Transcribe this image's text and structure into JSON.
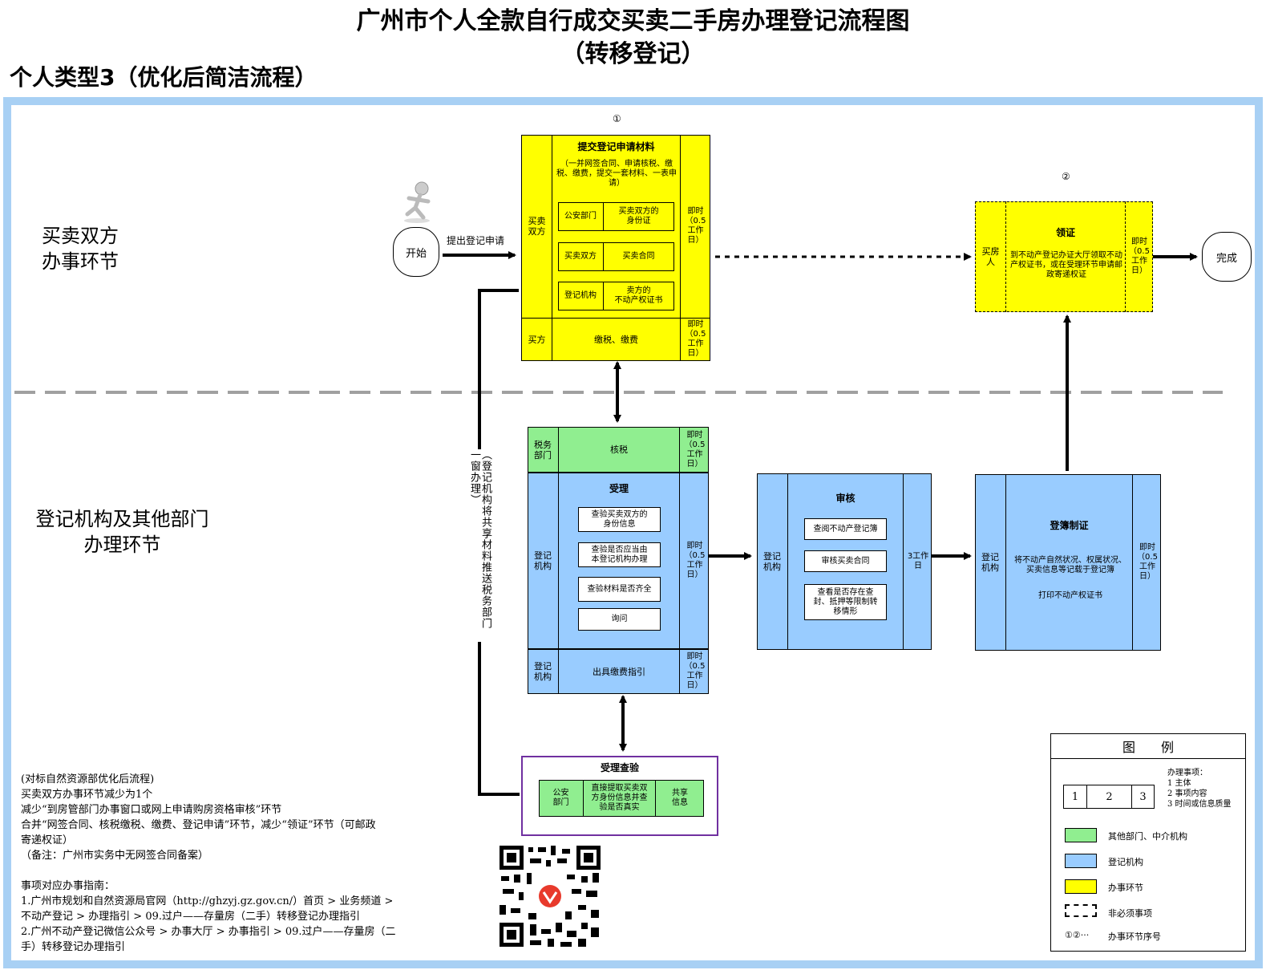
{
  "title": {
    "line1": "广州市个人全款自行成交买卖二手房办理登记流程图",
    "line2": "（转移登记）"
  },
  "subtitle": "个人类型3（优化后简洁流程）",
  "lanes": {
    "top": "买卖双方\n办事环节",
    "bottom": "登记机构及其他部门\n办理环节"
  },
  "start": "开始",
  "finish": "完成",
  "arrow_label_apply": "提出登记申请",
  "seq": {
    "s1": "①",
    "s2": "②"
  },
  "submit": {
    "actor": "买卖\n双方",
    "title": "提交登记申请材料",
    "desc": "（一并网签合同、申请核税、缴税、缴费，提交一套材料、一表申请）",
    "rows": [
      {
        "org": "公安部门",
        "item": "买卖双方的\n身份证"
      },
      {
        "org": "买卖双方",
        "item": "买卖合同"
      },
      {
        "org": "登记机构",
        "item": "卖方的\n不动产权证书"
      }
    ],
    "time": "即时\n（0.5\n工作\n日）",
    "pay_actor": "买方",
    "pay_item": "缴税、缴费",
    "pay_time": "即时\n（0.5\n工作\n日）"
  },
  "collect": {
    "actor": "买房\n人",
    "title": "领证",
    "desc": "到不动产登记办证大厅领取不动产权证书，或在受理环节申请邮政寄递权证",
    "time": "即时\n（0.5\n工作\n日）"
  },
  "side_text": "（登记机构将共享材料推送税务部门 一窗办理）",
  "tax": {
    "actor": "税务\n部门",
    "item": "核税",
    "time": "即时\n（0.5\n工作\n日）"
  },
  "accept": {
    "actor": "登记\n机构",
    "title": "受理",
    "items": [
      "查验买卖双方的\n身份信息",
      "查验是否应当由\n本登记机构办理",
      "查验材料是否齐全",
      "询问"
    ],
    "time": "即时\n（0.5\n工作\n日）"
  },
  "guide": {
    "actor": "登记\n机构",
    "item": "出具缴费指引",
    "time": "即时\n（0.5\n工作\n日）"
  },
  "review": {
    "actor": "登记\n机构",
    "title": "审核",
    "items": [
      "查阅不动产登记簿",
      "审核买卖合同",
      "查看是否存在查\n封、抵押等限制转\n移情形"
    ],
    "time": "3工作\n日"
  },
  "register": {
    "actor": "登记\n机构",
    "title": "登簿制证",
    "desc1": "将不动产自然状况、权属状况、买卖信息等记载于登记簿",
    "desc2": "打印不动产权证书",
    "time": "即时\n（0.5\n工作\n日）"
  },
  "verify": {
    "title": "受理查验",
    "org": "公安\n部门",
    "item": "直接提取买卖双\n方身份信息并查\n验是否真实",
    "share": "共享\n信息"
  },
  "notes": {
    "lines": [
      "(对标自然资源部优化后流程)",
      "买卖双方办事环节减少为1个",
      "减少“到房管部门办事窗口或网上申请购房资格审核”环节",
      "合并“网签合同、核税缴税、缴费、登记申请”环节，减少“领证”环节（可邮政",
      "寄递权证）",
      "（备注：广州市实务中无网签合同备案）",
      "",
      "事项对应办事指南：",
      "1.广州市规划和自然资源局官网（http://ghzyj.gz.gov.cn/）首页 > 业务频道 >",
      "不动产登记 > 办理指引 > 09.过户——存量房（二手）转移登记办理指引",
      "2.广州不动产登记微信公众号 > 办事大厅 > 办事指引 > 09.过户——存量房（二",
      "手）转移登记办理指引"
    ]
  },
  "legend": {
    "title": "图　　例",
    "item_header": "办理事项：",
    "item_lines": [
      "1 主体",
      "2 事项内容",
      "3 时间或信息质量"
    ],
    "sample_cells": [
      "1",
      "2",
      "3"
    ],
    "entries": [
      {
        "label": "其他部门、中介机构",
        "color": "#90ee90"
      },
      {
        "label": "登记机构",
        "color": "#99ccff"
      },
      {
        "label": "办事环节",
        "color": "#ffff00"
      },
      {
        "label": "非必须事项"
      },
      {
        "label": "办事环节序号",
        "symbol": "①②···"
      }
    ]
  },
  "colors": {
    "yellow": "#ffff00",
    "blue": "#99ccff",
    "green": "#90ee90",
    "frame": "#a8d0f4",
    "purple": "#7030a0"
  }
}
